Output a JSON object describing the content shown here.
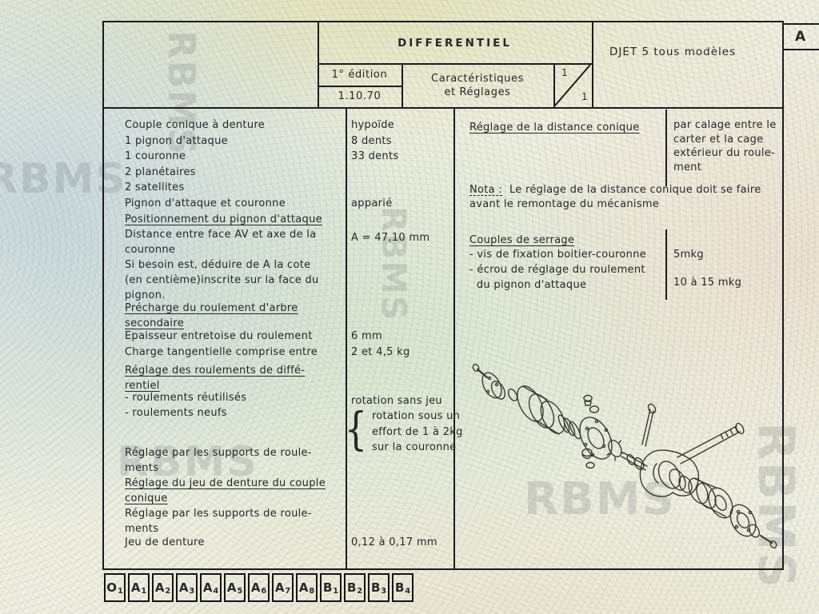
{
  "watermark_text": "RBMS",
  "header": {
    "title": "DIFFERENTIEL",
    "edition": "1° édition",
    "date": "1.10.70",
    "subtitle_line1": "Caractéristiques",
    "subtitle_line2": "et Réglages",
    "page_num": "1",
    "page_total": "1",
    "model": "DJET 5  tous modèles",
    "corner_letter": "A"
  },
  "left": {
    "group_a": [
      {
        "label": "Couple conique à denture",
        "value": "hypoïde"
      },
      {
        "label": "1 pignon d'attaque",
        "value": "8 dents"
      },
      {
        "label": "1 couronne",
        "value": "33 dents"
      },
      {
        "label": "2 planétaires",
        "value": ""
      },
      {
        "label": "2 satellites",
        "value": ""
      },
      {
        "label": "Pignon d'attaque et couronne",
        "value": "apparié"
      }
    ],
    "head_positionnement": "Positionnement du pignon d'attaque",
    "para_distance": "Distance entre face AV et axe de la\ncouronne\nSi besoin est, déduire de A la cote\n(en centième)inscrite sur la face du\npignon.",
    "value_distance": "A = 47,10 mm",
    "head_precharge": "Précharge du roulement d'arbre\nsecondaire",
    "group_b": [
      {
        "label": "Epaisseur entretoise du roulement",
        "value": "6 mm"
      },
      {
        "label": "Charge tangentielle comprise entre",
        "value": "2 et 4,5 kg"
      }
    ],
    "head_reglage_roulements": "Réglage des roulements de diffé-\nrentiel",
    "item_reutilises": "- roulements réutilisés",
    "item_neufs": "- roulements neufs",
    "value_reutilises": "rotation sans jeu",
    "value_neufs": "rotation sous un\neffort de 1 à 2kg\nsur la couronne",
    "para_supports_1": "Réglage par les supports de roule-\nments",
    "head_jeu_denture": "Réglage du jeu de denture du couple\nconique",
    "para_supports_2": "Réglage par les supports de roule-\nments",
    "item_jeu": "Jeu de denture",
    "value_jeu": "0,12 à 0,17 mm"
  },
  "right": {
    "head_distance_conique": "Réglage de la distance conique",
    "cell_calage": "par calage entre le\ncarter et la cage\nextérieur du roule-\nment",
    "nota_label": "Nota :",
    "nota_line1": "Le réglage de la distance conique doit se faire",
    "nota_line2": "avant le remontage du mécanisme",
    "head_couples": "Couples de serrage",
    "item_vis": "- vis de fixation boitier-couronne",
    "value_vis": "5mkg",
    "item_ecrou": "- écrou de réglage du roulement\n  du pignon d'attaque",
    "value_ecrou": "10 à 15 mkg"
  },
  "tabs": [
    {
      "base": "O",
      "sub": "1"
    },
    {
      "base": "A",
      "sub": "1"
    },
    {
      "base": "A",
      "sub": "2"
    },
    {
      "base": "A",
      "sub": "3"
    },
    {
      "base": "A",
      "sub": "4"
    },
    {
      "base": "A",
      "sub": "5"
    },
    {
      "base": "A",
      "sub": "6"
    },
    {
      "base": "A",
      "sub": "7"
    },
    {
      "base": "A",
      "sub": "8"
    },
    {
      "base": "B",
      "sub": "1"
    },
    {
      "base": "B",
      "sub": "2"
    },
    {
      "base": "B",
      "sub": "3"
    },
    {
      "base": "B",
      "sub": "4"
    }
  ]
}
